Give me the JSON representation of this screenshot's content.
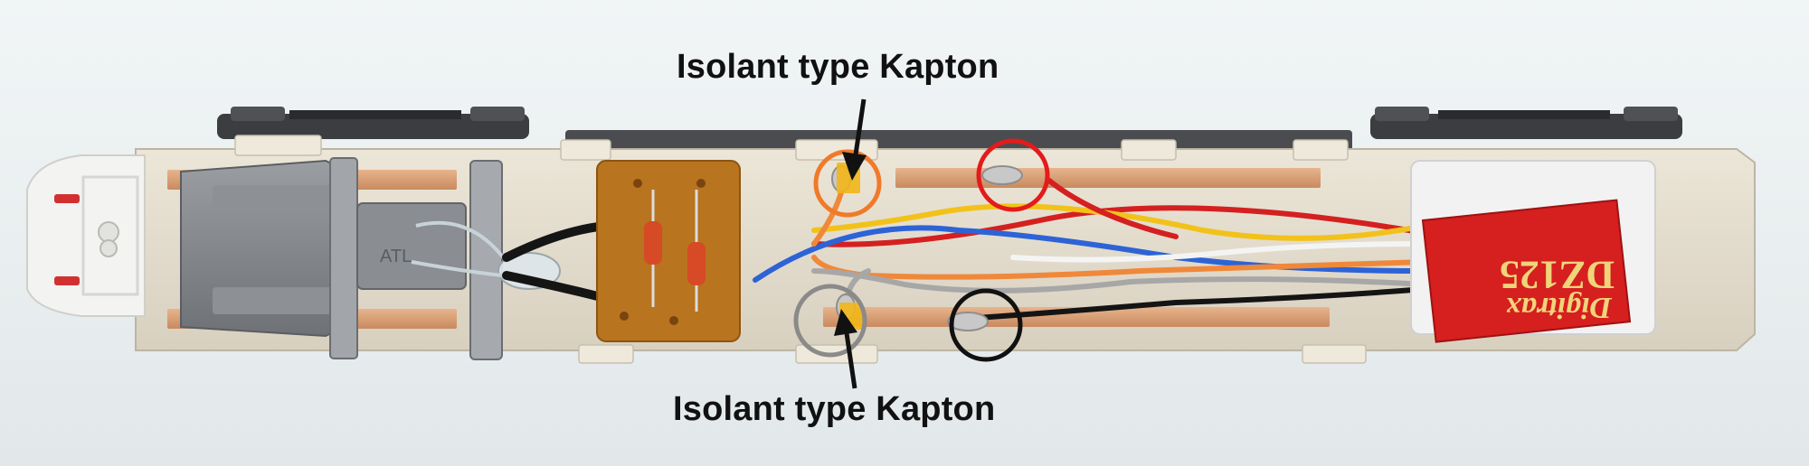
{
  "annotations": {
    "top_label": "Isolant type Kapton",
    "bottom_label": "Isolant type Kapton"
  },
  "decoder": {
    "brand_text": "Digitrax",
    "model_text": "DZ125"
  },
  "colors": {
    "background": "#e9eef0",
    "circle_orange": "#f07a2a",
    "circle_red": "#e31b1b",
    "circle_gray": "#8a8a8a",
    "circle_black": "#111111",
    "decoder_red": "#d61f1f",
    "pcb_brown": "#b8741f",
    "wire_red": "#d42020",
    "wire_yellow": "#f2c21a",
    "wire_blue": "#2d63d6",
    "wire_orange": "#f0883a",
    "wire_gray": "#a7a7a7",
    "wire_white": "#f4f4f4",
    "wire_black": "#141414"
  }
}
